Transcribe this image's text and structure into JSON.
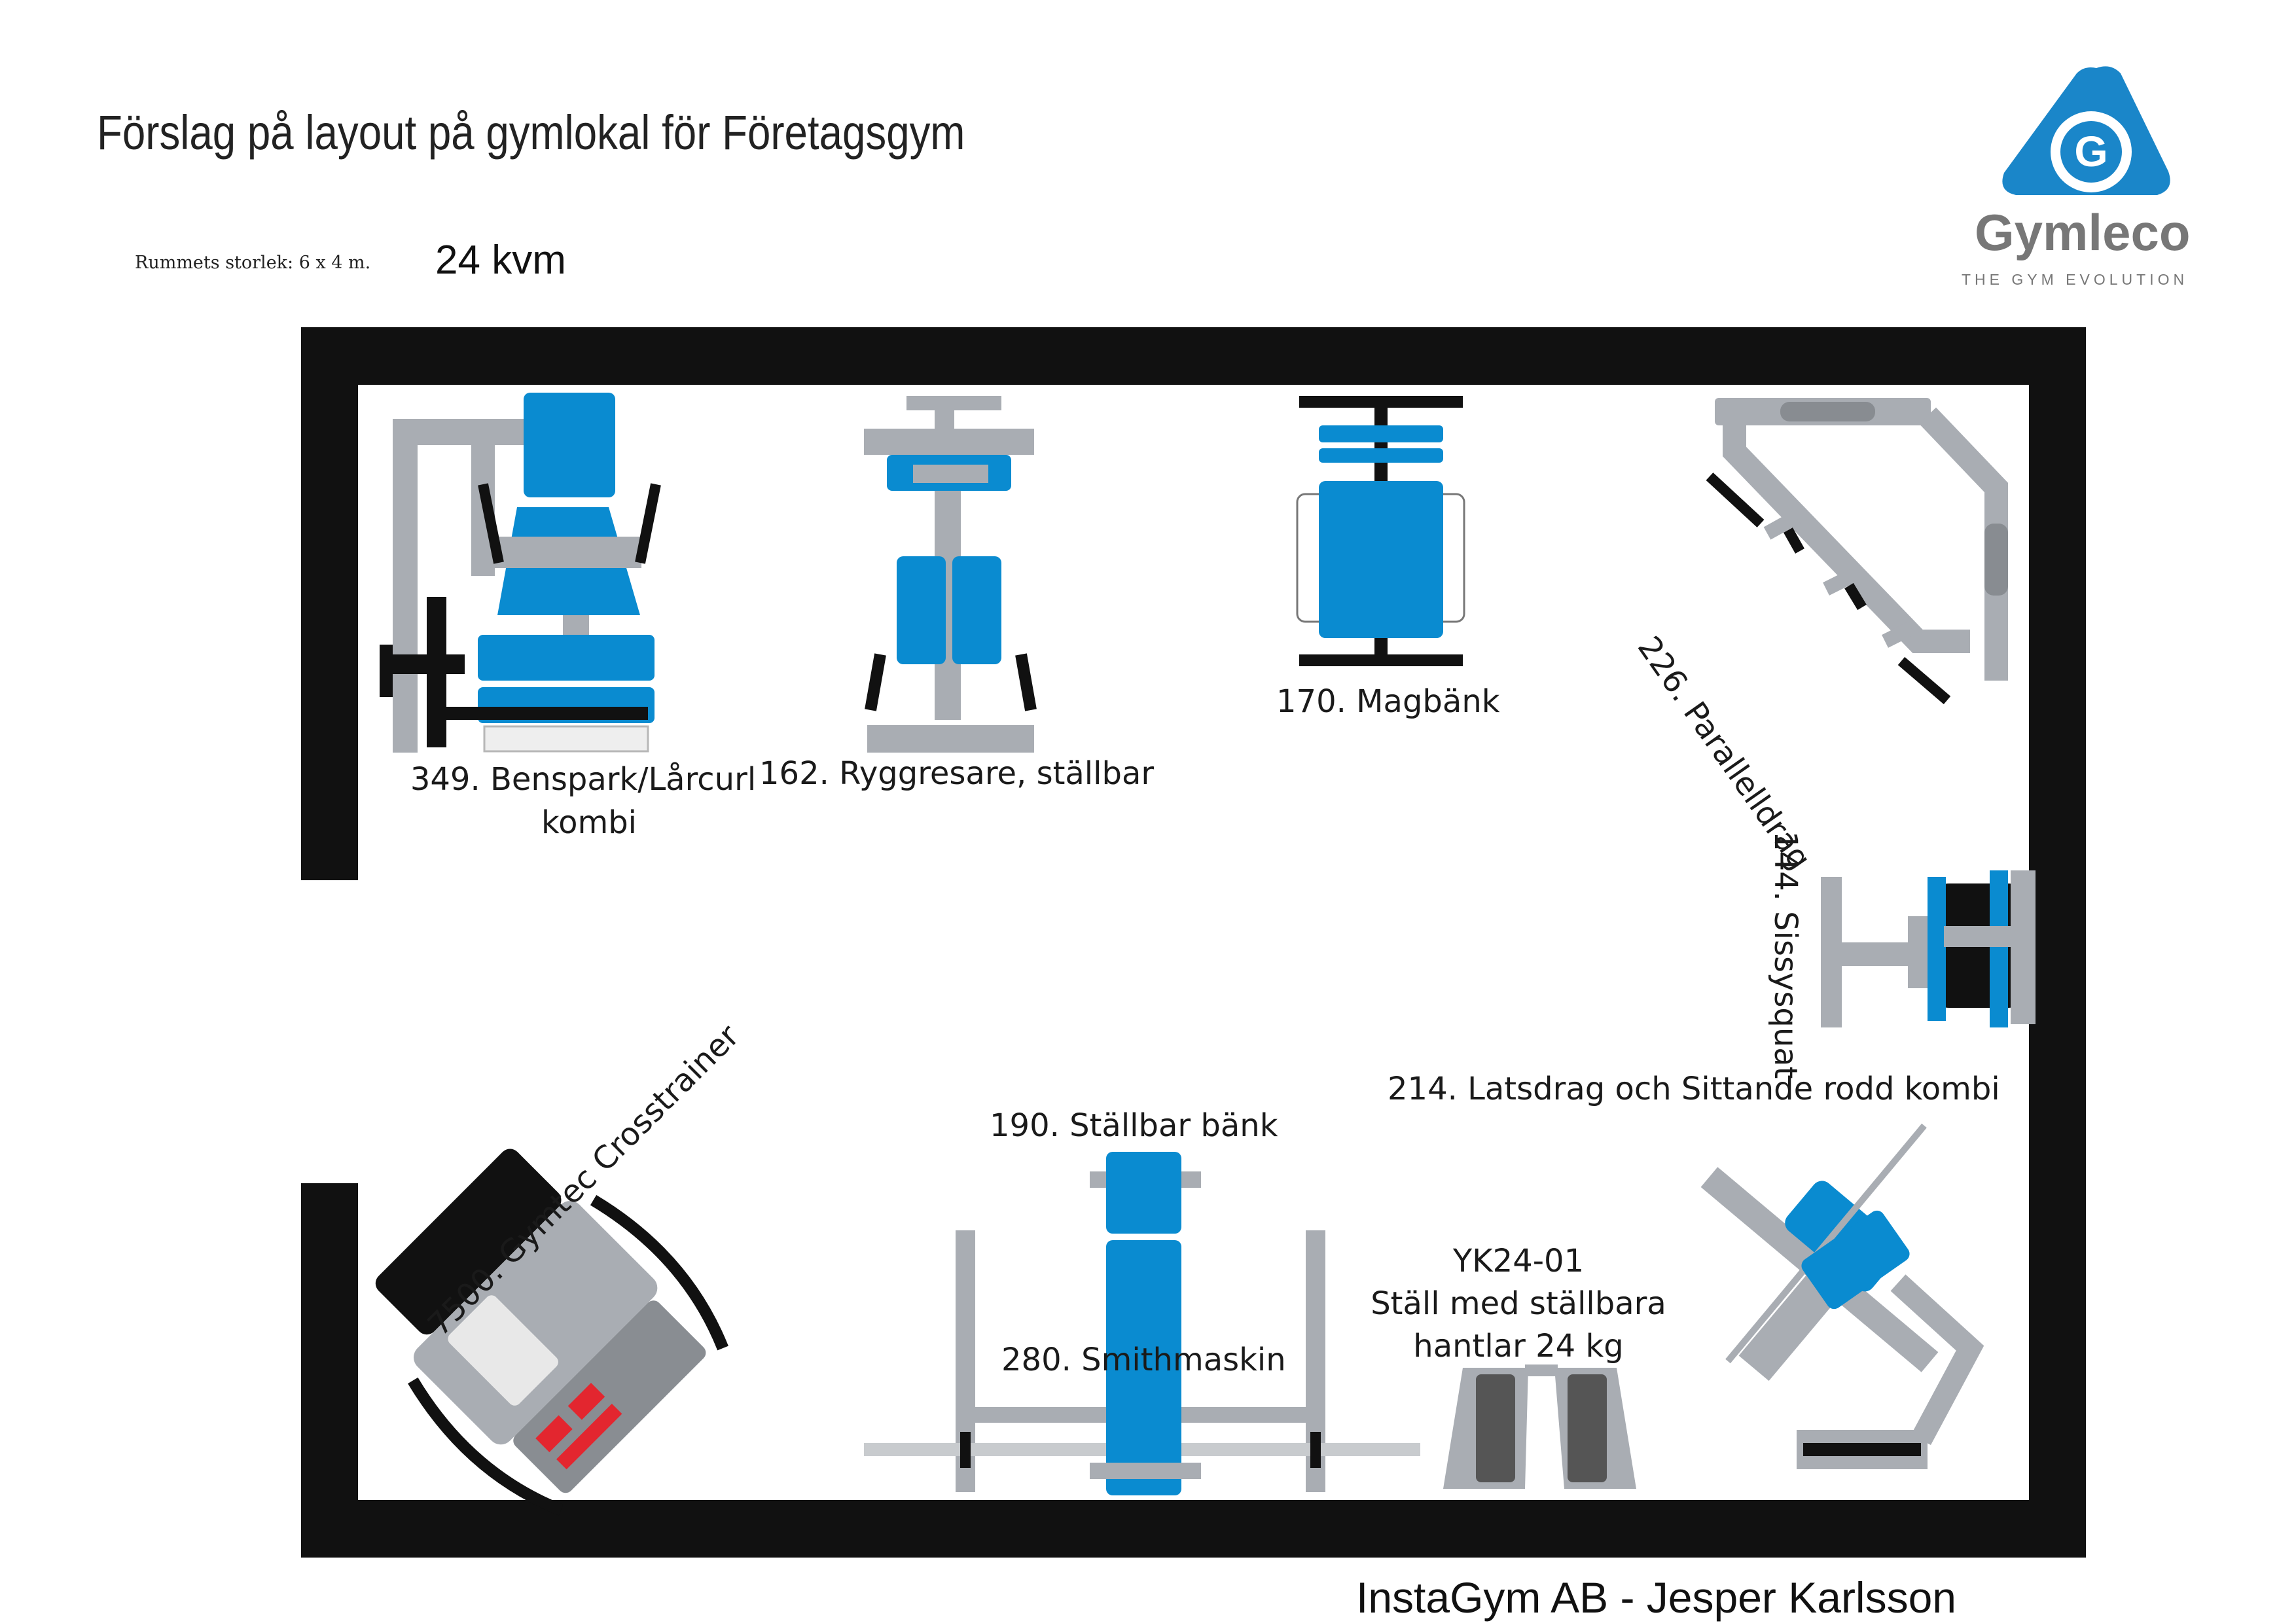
{
  "title": "Förslag på layout på gymlokal för Företagsgym",
  "room_size_label": "Rummets storlek: 6 x 4 m.",
  "area": "24 kvm",
  "credit": "InstaGym AB - Jesper Karlsson",
  "logo": {
    "name": "Gymleco",
    "tagline": "THE GYM EVOLUTION",
    "letter": "G",
    "icon": "gymleco-logo-icon"
  },
  "colors": {
    "equipment_blue": "#0a8bd0",
    "frame_gray": "#a9adb3",
    "wall": "#111111",
    "display_red": "#e3262f"
  },
  "equipment": [
    {
      "id": "349",
      "label_line1": "349. Benspark/Lårcurl",
      "label_line2": "kombi"
    },
    {
      "id": "162",
      "label": "162. Ryggresare, ställbar"
    },
    {
      "id": "170",
      "label": "170. Magbänk"
    },
    {
      "id": "226",
      "label": "226. Parallelldrag"
    },
    {
      "id": "144",
      "label": "144. Sissysquat"
    },
    {
      "id": "214",
      "label": "214. Latsdrag och Sittande rodd kombi"
    },
    {
      "id": "7500",
      "label": "7500. Gymtec Crosstrainer"
    },
    {
      "id": "190",
      "label": "190. Ställbar bänk"
    },
    {
      "id": "280",
      "label": "280. Smithmaskin"
    },
    {
      "id": "YK24-01",
      "label_line1": "YK24-01",
      "label_line2": "Ställ med ställbara",
      "label_line3": "hantlar 24 kg"
    }
  ]
}
